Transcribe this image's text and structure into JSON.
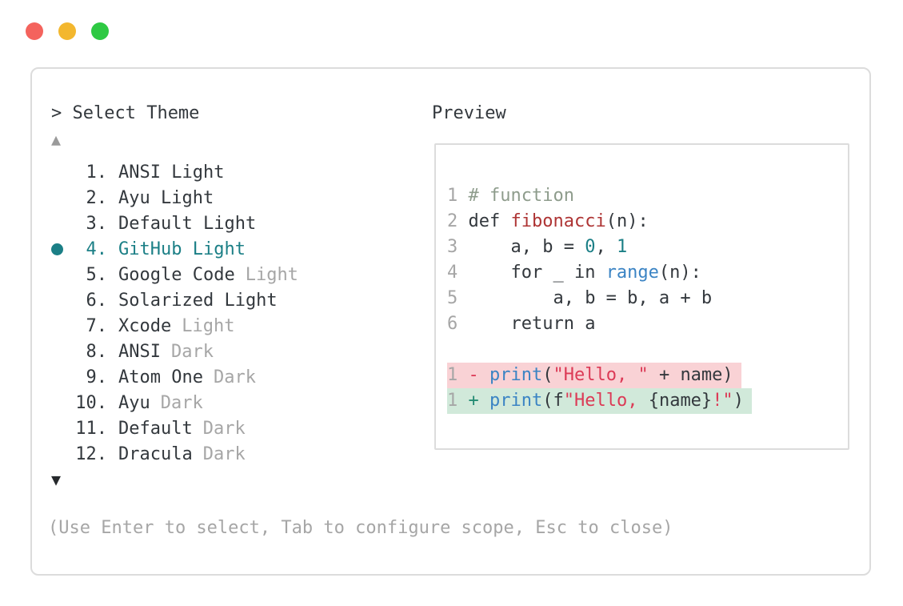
{
  "window": {
    "controls": [
      {
        "name": "close",
        "color": "#f4635d"
      },
      {
        "name": "minimize",
        "color": "#f3b72e"
      },
      {
        "name": "zoom",
        "color": "#2ec943"
      }
    ]
  },
  "icons": {
    "scroll_up": "▲",
    "scroll_down": "▼",
    "selected_bullet": "●"
  },
  "picker": {
    "prompt_caret": ">",
    "title": "Select Theme",
    "hint": "(Use Enter to select, Tab to configure scope, Esc to close)",
    "selected_item": "GitHub Light",
    "items": [
      {
        "number": "1.",
        "name": "ANSI Light",
        "dim": "",
        "selected": false
      },
      {
        "number": "2.",
        "name": "Ayu Light",
        "dim": "",
        "selected": false
      },
      {
        "number": "3.",
        "name": "Default Light",
        "dim": "",
        "selected": false
      },
      {
        "number": "4.",
        "name": "GitHub Light",
        "dim": "",
        "selected": true
      },
      {
        "number": "5.",
        "name": "Google Code",
        "dim": "Light",
        "selected": false
      },
      {
        "number": "6.",
        "name": "Solarized Light",
        "dim": "",
        "selected": false
      },
      {
        "number": "7.",
        "name": "Xcode",
        "dim": "Light",
        "selected": false
      },
      {
        "number": "8.",
        "name": "ANSI",
        "dim": "Dark",
        "selected": false
      },
      {
        "number": "9.",
        "name": "Atom One",
        "dim": "Dark",
        "selected": false
      },
      {
        "number": "10.",
        "name": "Ayu",
        "dim": "Dark",
        "selected": false
      },
      {
        "number": "11.",
        "name": "Default",
        "dim": "Dark",
        "selected": false
      },
      {
        "number": "12.",
        "name": "Dracula",
        "dim": "Dark",
        "selected": false
      }
    ]
  },
  "preview": {
    "title": "Preview",
    "code_lines": [
      {
        "bg": "",
        "tokens": [
          {
            "t": "1 ",
            "c": "ln"
          },
          {
            "t": "# function",
            "c": "comment"
          }
        ]
      },
      {
        "bg": "",
        "tokens": [
          {
            "t": "2 ",
            "c": "ln"
          },
          {
            "t": "def ",
            "c": "plain"
          },
          {
            "t": "fibonacci",
            "c": "func"
          },
          {
            "t": "(n):",
            "c": "plain"
          }
        ]
      },
      {
        "bg": "",
        "tokens": [
          {
            "t": "3 ",
            "c": "ln"
          },
          {
            "t": "    a, b = ",
            "c": "plain"
          },
          {
            "t": "0",
            "c": "num"
          },
          {
            "t": ", ",
            "c": "plain"
          },
          {
            "t": "1",
            "c": "num"
          }
        ]
      },
      {
        "bg": "",
        "tokens": [
          {
            "t": "4 ",
            "c": "ln"
          },
          {
            "t": "    for _ in ",
            "c": "plain"
          },
          {
            "t": "range",
            "c": "builtin"
          },
          {
            "t": "(n):",
            "c": "plain"
          }
        ]
      },
      {
        "bg": "",
        "tokens": [
          {
            "t": "5 ",
            "c": "ln"
          },
          {
            "t": "        a, b = b, a + b",
            "c": "plain"
          }
        ]
      },
      {
        "bg": "",
        "tokens": [
          {
            "t": "6 ",
            "c": "ln"
          },
          {
            "t": "    return a",
            "c": "plain"
          }
        ]
      },
      {
        "bg": "",
        "tokens": []
      },
      {
        "bg": "del",
        "tokens": [
          {
            "t": "1 ",
            "c": "ln"
          },
          {
            "t": "- ",
            "c": "minus"
          },
          {
            "t": "print",
            "c": "builtin"
          },
          {
            "t": "(",
            "c": "plain"
          },
          {
            "t": "\"Hello, \"",
            "c": "str"
          },
          {
            "t": " + name)",
            "c": "plain"
          }
        ]
      },
      {
        "bg": "add",
        "tokens": [
          {
            "t": "1 ",
            "c": "ln"
          },
          {
            "t": "+ ",
            "c": "plus"
          },
          {
            "t": "print",
            "c": "builtin"
          },
          {
            "t": "(f",
            "c": "plain"
          },
          {
            "t": "\"Hello, ",
            "c": "str"
          },
          {
            "t": "{name}",
            "c": "plain"
          },
          {
            "t": "!\"",
            "c": "str"
          },
          {
            "t": ")",
            "c": "plain"
          }
        ]
      }
    ]
  },
  "colors": {
    "text": "#33383d",
    "gray": "#a6a6a6",
    "teal": "#1b7f86",
    "blue": "#3b84c4",
    "funcred": "#ae3434",
    "strred": "#dc3a56",
    "comment": "#8e9c8c",
    "plus": "#238b72",
    "delbg": "#f9d2d5",
    "addbg": "#d1e9da",
    "border": "#dcdcdc",
    "light_red": "#f4635d",
    "light_yellow": "#f3b72e",
    "light_green": "#2ec943"
  }
}
